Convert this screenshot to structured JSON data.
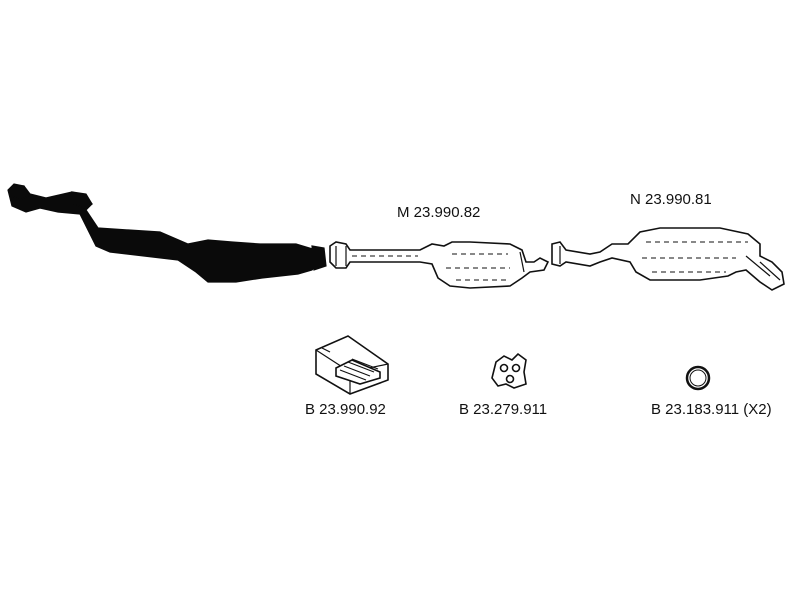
{
  "labels": {
    "middle_silencer": "M 23.990.82",
    "rear_silencer": "N 23.990.81",
    "mounting_kit": "B 23.990.92",
    "rubber_mount": "B 23.279.911",
    "gasket_ring": "B 23.183.911 (X2)"
  },
  "colors": {
    "line": "#111111",
    "solid_part": "#0a0a0a",
    "background": "#ffffff"
  }
}
